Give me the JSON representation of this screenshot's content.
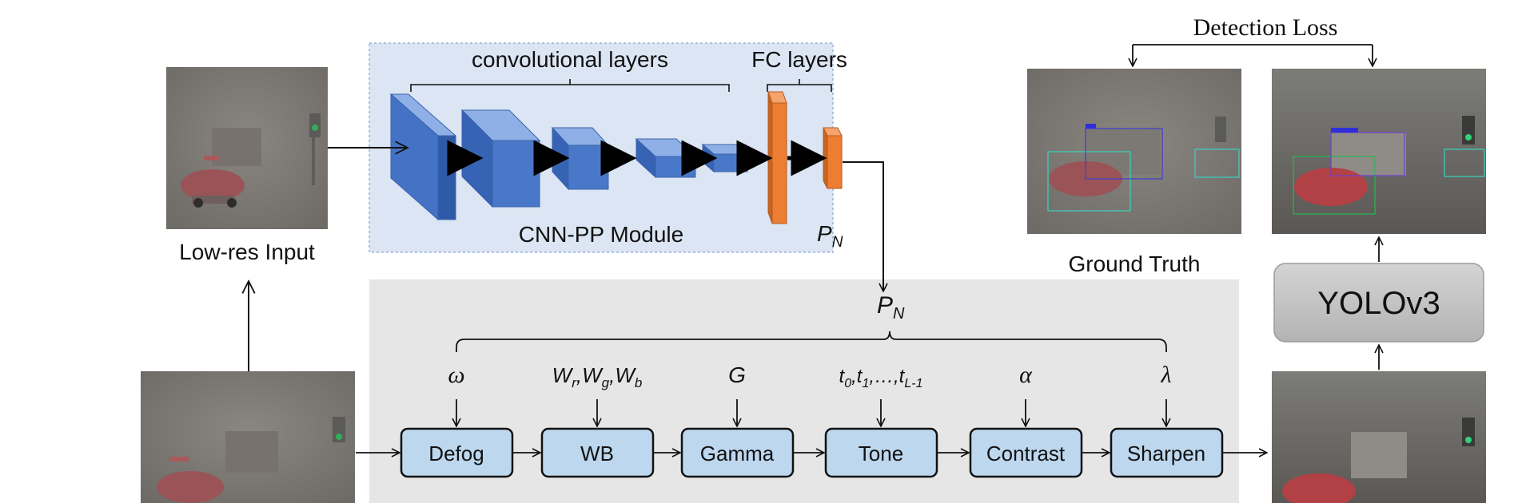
{
  "cnn": {
    "conv_label": "convolutional layers",
    "fc_label": "FC layers",
    "module_label": "CNN-PP Module",
    "output_param": "P",
    "output_sub": "N"
  },
  "input": {
    "label": "Low-res Input"
  },
  "pipeline": {
    "param_label": "P",
    "param_sub": "N",
    "filters": [
      {
        "name": "Defog",
        "param": "ω"
      },
      {
        "name": "WB",
        "param": "W_r, W_g, W_b"
      },
      {
        "name": "Gamma",
        "param": "G"
      },
      {
        "name": "Tone",
        "param": "t_0, t_1, ..., t_L-1"
      },
      {
        "name": "Contrast",
        "param": "α"
      },
      {
        "name": "Sharpen",
        "param": "λ"
      }
    ]
  },
  "detection": {
    "loss_label": "Detection Loss",
    "ground_truth_label": "Ground Truth",
    "detector_label": "YOLOv3"
  },
  "colors": {
    "cnn_panel": "#dbe5f3",
    "pipeline_panel": "#e6e6e6",
    "conv_blue": "#4472c4",
    "fc_orange": "#ed7d31",
    "filter_fill": "#bdd7ee",
    "yolo_fill": "#bfbfbf"
  }
}
